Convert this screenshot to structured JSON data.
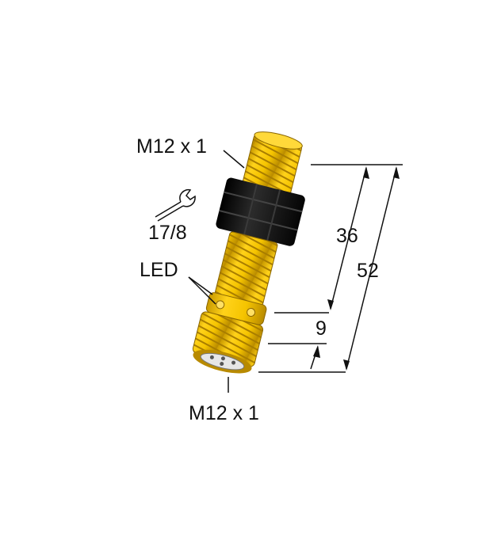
{
  "labels": {
    "thread_top": "M12 x 1",
    "wrench_size": "17/8",
    "led": "LED",
    "thread_bottom": "M12 x 1"
  },
  "dimensions": {
    "length_36": "36",
    "length_9": "9",
    "length_52": "52"
  },
  "colors": {
    "body": "#f5c400",
    "body_dark": "#c99a00",
    "nut": "#1a1a1a",
    "line": "#111111",
    "connector": "#e6e6e6"
  },
  "icons": [
    "wrench-icon"
  ]
}
